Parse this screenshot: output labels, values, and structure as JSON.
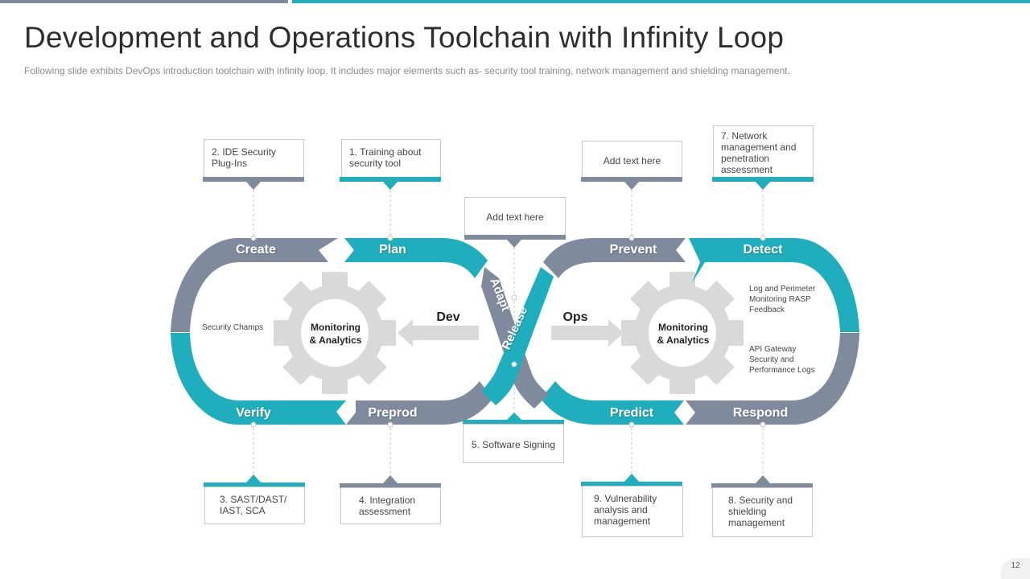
{
  "slide": {
    "title": "Development and Operations Toolchain with Infinity Loop",
    "subtitle": "Following slide exhibits DevOps  introduction toolchain with infinity loop. It includes major elements such as- security tool training, network management and shielding management.",
    "page_number": "12"
  },
  "colors": {
    "teal": "#1eaebd",
    "gray": "#7f8a9c",
    "gear": "#d9d9d9"
  },
  "loop": {
    "segments": {
      "create": "Create",
      "plan": "Plan",
      "verify": "Verify",
      "preprod": "Preprod",
      "prevent": "Prevent",
      "detect": "Detect",
      "predict": "Predict",
      "respond": "Respond",
      "adapt": "Adapt",
      "release": "Release"
    },
    "dev": "Dev",
    "ops": "Ops",
    "gear_left": {
      "line1": "Monitoring",
      "line2": "& Analytics"
    },
    "gear_right": {
      "line1": "Monitoring",
      "line2": "& Analytics"
    },
    "security_champs": "Security Champs",
    "log_perimeter": [
      "Log and Perimeter",
      "Monitoring RASP",
      "Feedback"
    ],
    "api_gateway": [
      "API Gateway",
      "Security and",
      "Performance Logs"
    ]
  },
  "callouts": {
    "ide": [
      "2. IDE Security",
      "Plug-Ins"
    ],
    "training": [
      "1. Training about",
      "security tool"
    ],
    "add_text_center": [
      "Add text here"
    ],
    "add_text_right": [
      "Add text here"
    ],
    "network": [
      "7. Network",
      "management and",
      "penetration",
      "assessment"
    ],
    "sast": [
      "3. SAST/DAST/",
      "IAST, SCA"
    ],
    "integration": [
      "4. Integration",
      "assessment"
    ],
    "signing": [
      "5. Software Signing"
    ],
    "vulnerability": [
      "9. Vulnerability",
      "analysis and",
      "management"
    ],
    "shielding": [
      "8. Security and",
      "shielding",
      "management"
    ]
  }
}
